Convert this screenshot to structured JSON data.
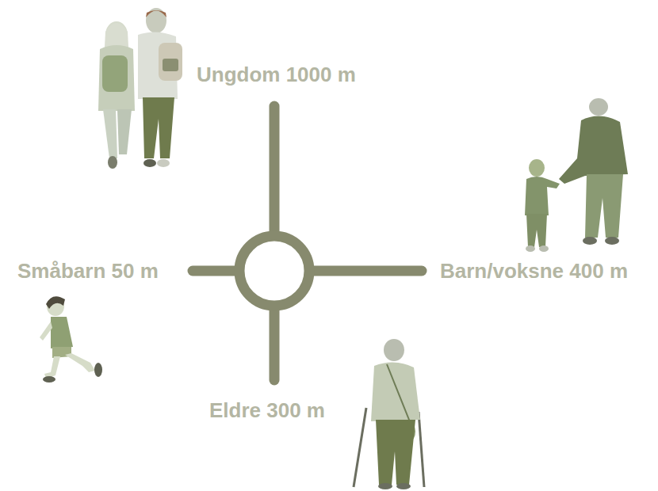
{
  "diagram": {
    "labels": [
      "Ungdom 1000 m",
      "Småbarn 50 m",
      "Barn/voksne 400 m",
      "Eldre 300 m"
    ]
  }
}
